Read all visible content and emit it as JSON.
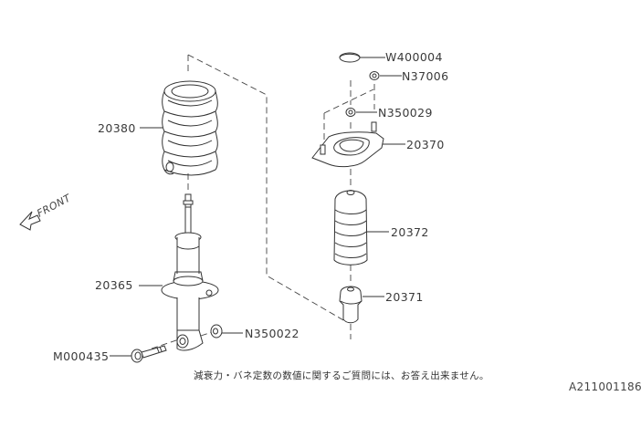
{
  "diagram": {
    "title": "Rear Shock Absorber Assembly",
    "direction_indicator": "FRONT",
    "parts": [
      {
        "id": "spring",
        "number": "20380",
        "name": "coil spring"
      },
      {
        "id": "shock",
        "number": "20365",
        "name": "shock absorber"
      },
      {
        "id": "bolt",
        "number": "M000435",
        "name": "bolt"
      },
      {
        "id": "lower-nut",
        "number": "N350022",
        "name": "nut"
      },
      {
        "id": "cap",
        "number": "W400004",
        "name": "cap"
      },
      {
        "id": "top-nut",
        "number": "N37006",
        "name": "self-locking nut"
      },
      {
        "id": "mount-nut",
        "number": "N350029",
        "name": "nut"
      },
      {
        "id": "mount",
        "number": "20370",
        "name": "strut mount"
      },
      {
        "id": "boot",
        "number": "20372",
        "name": "dust boot"
      },
      {
        "id": "bumper",
        "number": "20371",
        "name": "bump stopper"
      }
    ],
    "note": "減衰力・バネ定数の数値に関するご質問には、お答え出来ません。",
    "illustration_code": "A211001186"
  }
}
